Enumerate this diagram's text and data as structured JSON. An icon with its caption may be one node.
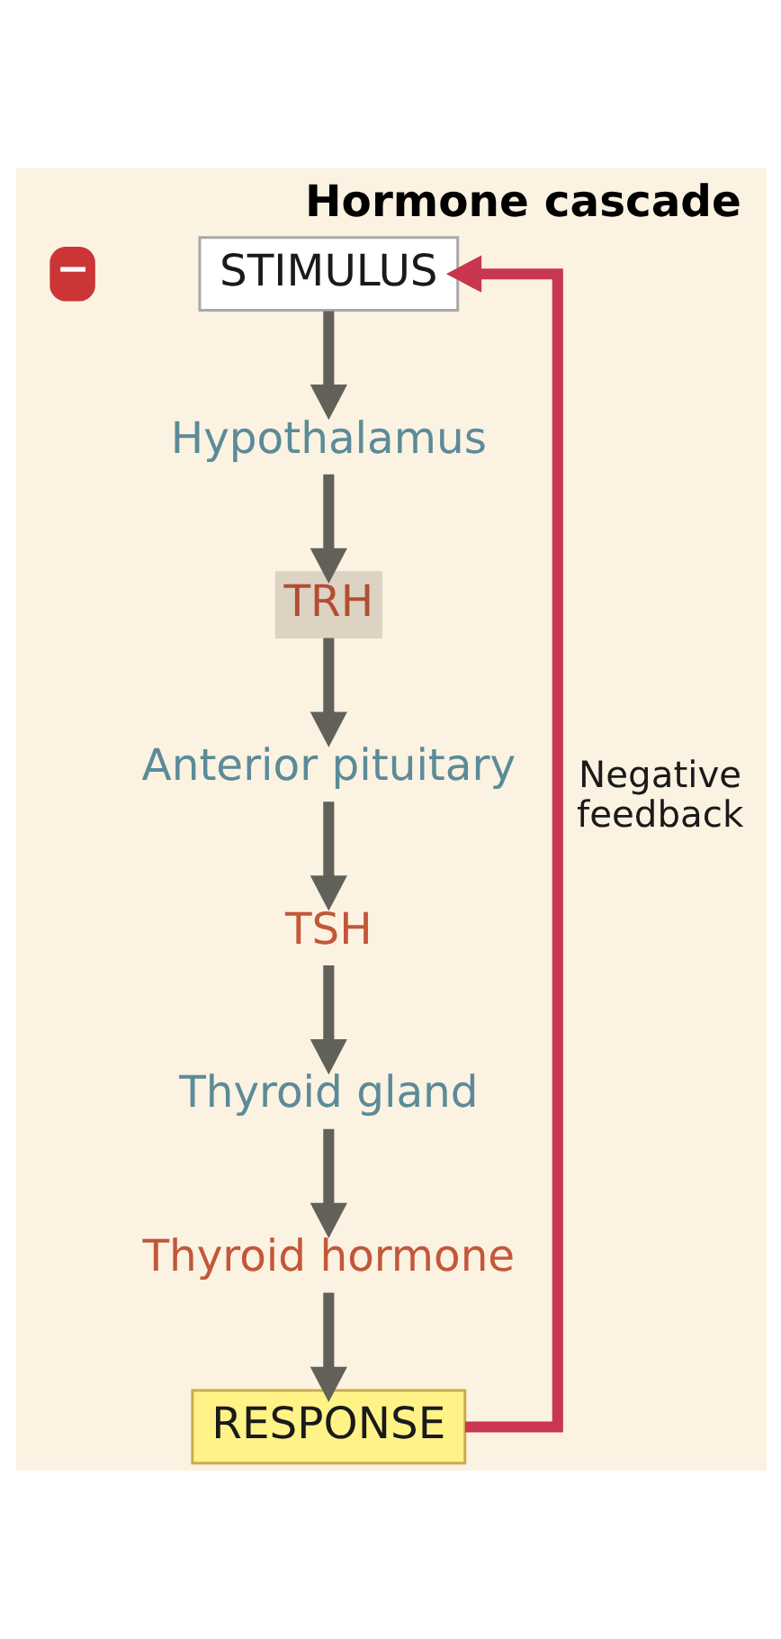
{
  "diagram": {
    "title": "Hormone cascade",
    "nodes": [
      {
        "text": [
          "STIMULUS"
        ]
      },
      {
        "text": [
          "Hypothalamus"
        ]
      },
      {
        "text": [
          "TRH"
        ]
      },
      {
        "text": [
          "Anterior pituitary"
        ]
      },
      {
        "text": [
          "TSH"
        ]
      },
      {
        "text": [
          "Thyroid gland"
        ]
      },
      {
        "text": [
          "Thyroid hormone"
        ]
      },
      {
        "text": [
          "RESPONSE"
        ]
      }
    ],
    "edges": [
      {
        "from": 0,
        "to": 1,
        "arrow": "to"
      },
      {
        "from": 1,
        "to": 2,
        "arrow": "to"
      },
      {
        "from": 2,
        "to": 3,
        "arrow": "to"
      },
      {
        "from": 3,
        "to": 4,
        "arrow": "to"
      },
      {
        "from": 4,
        "to": 5,
        "arrow": "to"
      },
      {
        "from": 5,
        "to": 6,
        "arrow": "to"
      },
      {
        "from": 6,
        "to": 7,
        "arrow": "to"
      },
      {
        "from": 7,
        "to": 0,
        "arrow": "to",
        "label": "Negative feedback",
        "color": "#c8364f"
      }
    ],
    "labels": [
      "−"
    ]
  }
}
